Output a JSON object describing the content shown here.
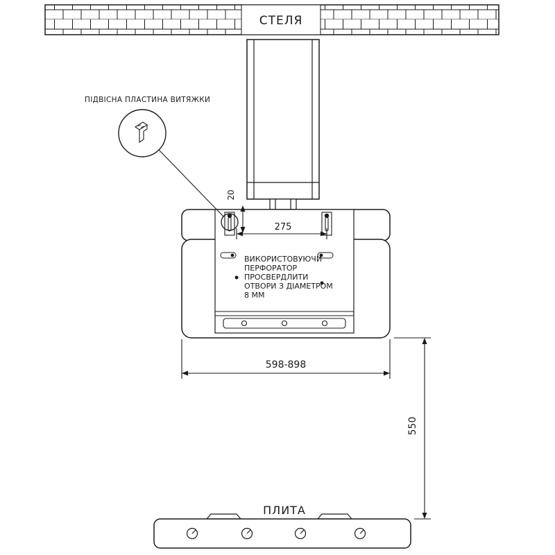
{
  "labels": {
    "ceiling": "СТЕЛЯ",
    "stove": "ПЛИТА",
    "callout": "ПІДВІСНА ПЛАСТИНА ВИТЯЖКИ"
  },
  "dimensions": {
    "bracket_offset": "20",
    "bracket_spacing": "275",
    "hood_width": "598-898",
    "hood_to_stove": "550"
  },
  "drill_note": {
    "lines": [
      "ВИКОРИСТОВУЮЧИ",
      "ПЕРФОРАТОР",
      "ПРОСВЕРДЛИТИ",
      "ОТВОРИ З ДІАМЕТРОМ",
      "8 ММ"
    ]
  },
  "colors": {
    "line": "#1a1a1a",
    "background": "#ffffff"
  }
}
